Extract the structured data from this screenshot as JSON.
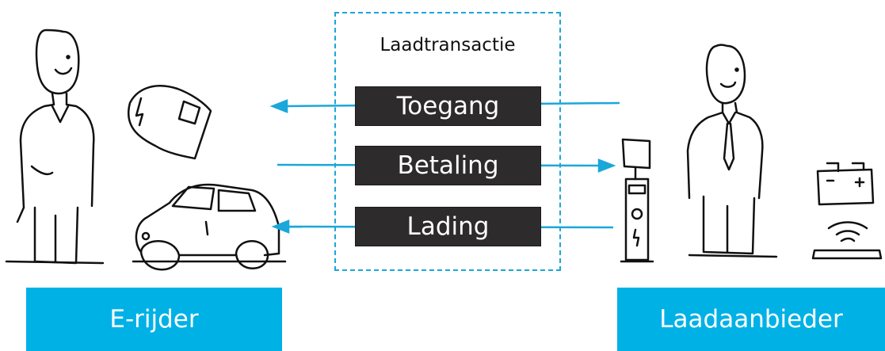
{
  "diagram": {
    "frame_title": "Laadtransactie",
    "transactions": [
      {
        "label": "Toegang",
        "direction": "to-rider"
      },
      {
        "label": "Betaling",
        "direction": "to-provider"
      },
      {
        "label": "Lading",
        "direction": "to-rider"
      }
    ],
    "roles": {
      "left": "E-rijder",
      "right": "Laadaanbieder"
    },
    "colors": {
      "accent": "#00b1e6",
      "box": "#2d2b2c",
      "arrow": "#1aa7d9"
    }
  }
}
